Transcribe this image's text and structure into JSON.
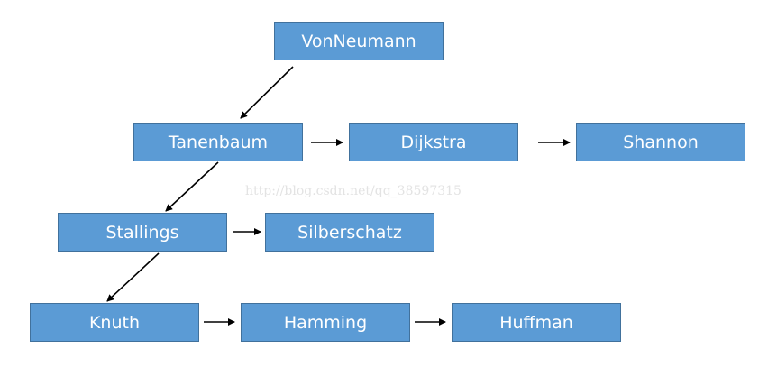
{
  "nodes": {
    "vonneumann": "VonNeumann",
    "tanenbaum": "Tanenbaum",
    "dijkstra": "Dijkstra",
    "shannon": "Shannon",
    "stallings": "Stallings",
    "silberschatz": "Silberschatz",
    "knuth": "Knuth",
    "hamming": "Hamming",
    "huffman": "Huffman"
  },
  "edges": [
    [
      "VonNeumann",
      "Tanenbaum"
    ],
    [
      "Tanenbaum",
      "Dijkstra"
    ],
    [
      "Dijkstra",
      "Shannon"
    ],
    [
      "Tanenbaum",
      "Stallings"
    ],
    [
      "Stallings",
      "Silberschatz"
    ],
    [
      "Stallings",
      "Knuth"
    ],
    [
      "Knuth",
      "Hamming"
    ],
    [
      "Hamming",
      "Huffman"
    ]
  ],
  "colors": {
    "node_fill": "#5b9bd5",
    "node_border": "#41719c",
    "node_text": "#ffffff",
    "edge": "#000000"
  },
  "watermark": "http://blog.csdn.net/qq_38597315"
}
